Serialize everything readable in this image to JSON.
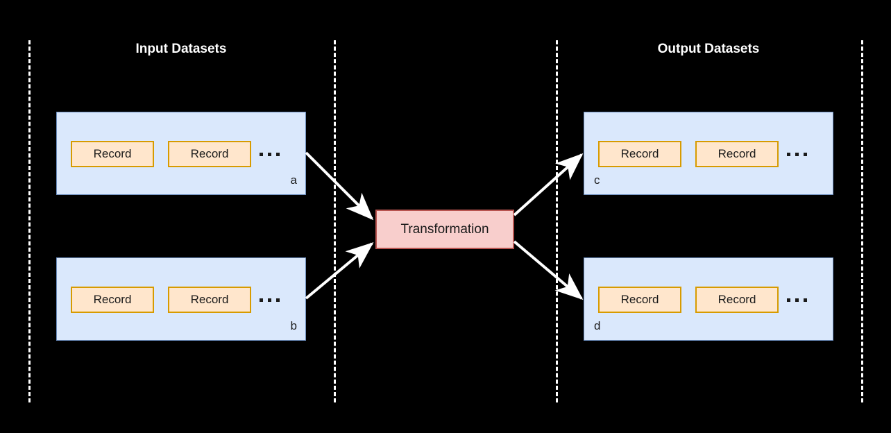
{
  "diagram": {
    "background_color": "#000000",
    "title_color": "#ffffff",
    "dataset_fill": "#dae8fc",
    "dataset_stroke": "#6c8ebf",
    "record_fill": "#ffe6cc",
    "record_stroke": "#d79b00",
    "transformation_fill": "#f8cecc",
    "transformation_stroke": "#b85450",
    "arrow_color": "#ffffff",
    "divider_color": "#ffffff"
  },
  "sections": {
    "input_title": "Input Datasets",
    "output_title": "Output Datasets"
  },
  "datasets": [
    {
      "id": "a",
      "label": "a",
      "label_side": "right",
      "records": [
        "Record",
        "Record"
      ],
      "ellipsis": "···"
    },
    {
      "id": "b",
      "label": "b",
      "label_side": "right",
      "records": [
        "Record",
        "Record"
      ],
      "ellipsis": "···"
    },
    {
      "id": "c",
      "label": "c",
      "label_side": "left",
      "records": [
        "Record",
        "Record"
      ],
      "ellipsis": "···"
    },
    {
      "id": "d",
      "label": "d",
      "label_side": "left",
      "records": [
        "Record",
        "Record"
      ],
      "ellipsis": "···"
    }
  ],
  "transformation": {
    "label": "Transformation"
  },
  "edges": [
    {
      "from": "a",
      "to": "transformation"
    },
    {
      "from": "b",
      "to": "transformation"
    },
    {
      "from": "transformation",
      "to": "c"
    },
    {
      "from": "transformation",
      "to": "d"
    }
  ]
}
